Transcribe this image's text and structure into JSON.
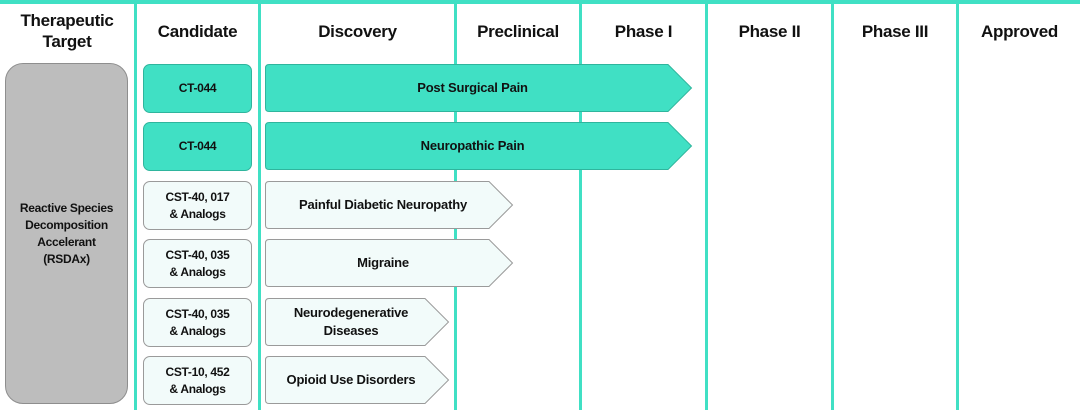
{
  "headers": {
    "target": "Therapeutic\nTarget",
    "candidate": "Candidate",
    "discovery": "Discovery",
    "preclinical": "Preclinical",
    "phase1": "Phase I",
    "phase2": "Phase II",
    "phase3": "Phase III",
    "approved": "Approved"
  },
  "target_label": "Reactive Species\nDecomposition\nAccelerant\n(RSDAx)",
  "rows": [
    {
      "candidate": "CT-044",
      "indication": "Post Surgical Pain",
      "stage": "Phase I",
      "style": "teal"
    },
    {
      "candidate": "CT-044",
      "indication": "Neuropathic Pain",
      "stage": "Phase I",
      "style": "teal"
    },
    {
      "candidate": "CST-40, 017\n& Analogs",
      "indication": "Painful Diabetic Neuropathy",
      "stage": "Preclinical",
      "style": "light"
    },
    {
      "candidate": "CST-40, 035\n& Analogs",
      "indication": "Migraine",
      "stage": "Preclinical",
      "style": "light"
    },
    {
      "candidate": "CST-40, 035\n& Analogs",
      "indication": "Neurodegenerative\nDiseases",
      "stage": "Discovery",
      "style": "light"
    },
    {
      "candidate": "CST-10, 452\n& Analogs",
      "indication": "Opioid Use Disorders",
      "stage": "Discovery",
      "style": "light"
    }
  ],
  "colors": {
    "accent": "#40e0c4",
    "light_fill": "#f2fbfa",
    "target_fill": "#bdbdbd"
  }
}
